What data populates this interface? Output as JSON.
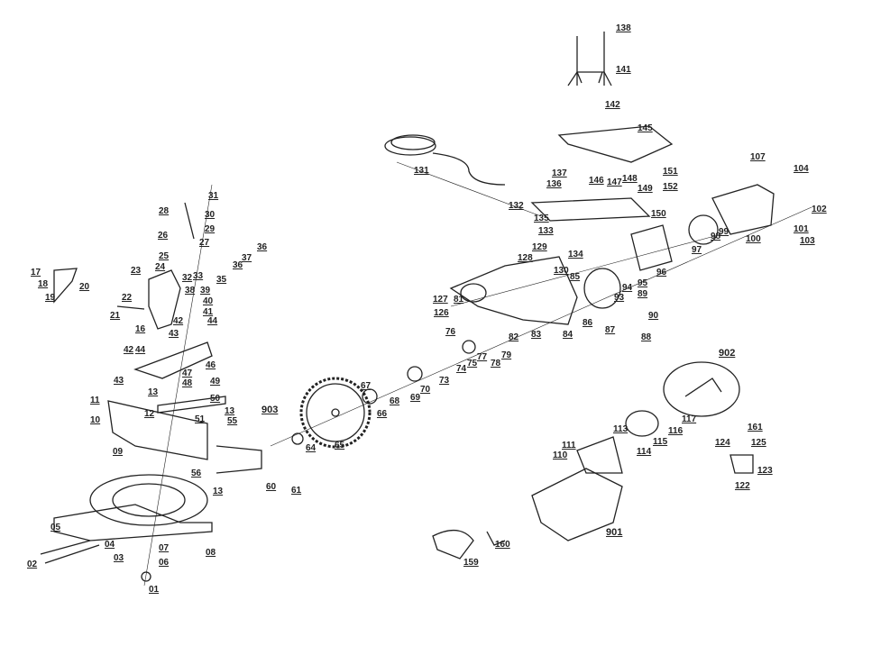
{
  "diagram": {
    "type": "exploded-parts-diagram",
    "labels": [
      "138",
      "141",
      "142",
      "145",
      "131",
      "107",
      "104",
      "137",
      "146",
      "147",
      "148",
      "151",
      "136",
      "149",
      "152",
      "132",
      "150",
      "135",
      "133",
      "102",
      "101",
      "103",
      "100",
      "98",
      "99",
      "97",
      "134",
      "129",
      "128",
      "130",
      "85",
      "96",
      "95",
      "94",
      "93",
      "89",
      "90",
      "86",
      "87",
      "88",
      "84",
      "83",
      "82",
      "81",
      "127",
      "126",
      "76",
      "77",
      "78",
      "79",
      "75",
      "74",
      "73",
      "70",
      "69",
      "68",
      "67",
      "66",
      "65",
      "64",
      "903",
      "60",
      "61",
      "902",
      "117",
      "116",
      "115",
      "114",
      "113",
      "111",
      "110",
      "161",
      "125",
      "124",
      "123",
      "122",
      "901",
      "160",
      "159",
      "31",
      "28",
      "30",
      "29",
      "27",
      "26",
      "36",
      "36",
      "37",
      "25",
      "24",
      "33",
      "32",
      "35",
      "23",
      "17",
      "18",
      "20",
      "19",
      "22",
      "38",
      "39",
      "40",
      "41",
      "21",
      "16",
      "42",
      "44",
      "43",
      "42",
      "44",
      "43",
      "46",
      "47",
      "48",
      "49",
      "13",
      "50",
      "11",
      "12",
      "13",
      "10",
      "51",
      "55",
      "09",
      "56",
      "13",
      "05",
      "04",
      "03",
      "07",
      "06",
      "08",
      "02",
      "01"
    ]
  }
}
